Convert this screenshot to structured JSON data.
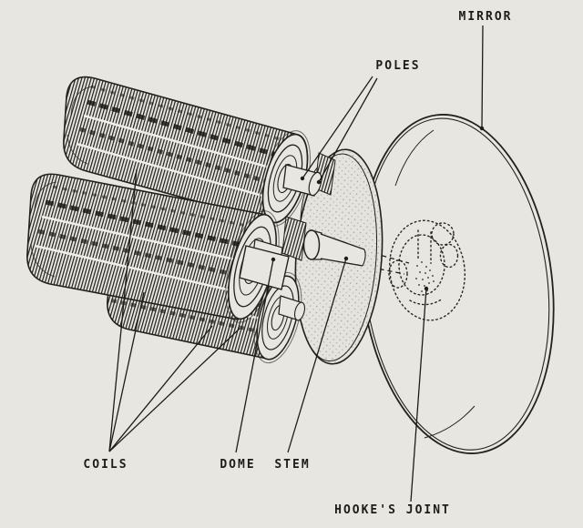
{
  "figure": {
    "type": "technical-line-drawing",
    "background_color": "#e8e6e1",
    "ink_color": "#1e1c19",
    "labels": {
      "mirror": "MIRROR",
      "poles": "POLES",
      "coils": "COILS",
      "dome": "DOME",
      "stem": "STEM",
      "hookes_joint": "HOOKE'S JOINT"
    }
  }
}
